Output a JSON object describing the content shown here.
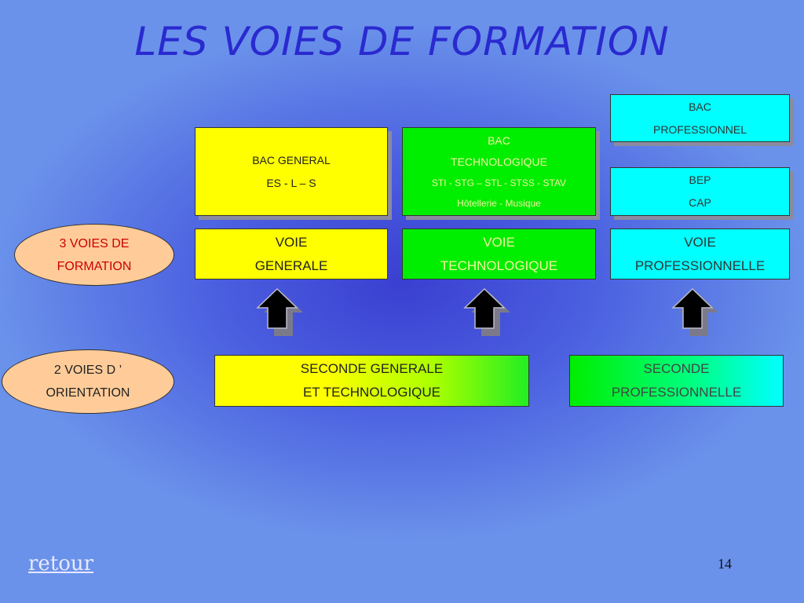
{
  "title": "LES VOIES DE FORMATION",
  "ellipses": {
    "three": {
      "line1": "3 VOIES DE",
      "line2": "FORMATION",
      "color": "#cc0000"
    },
    "two": {
      "line1": "2 VOIES D ’",
      "line2": "ORIENTATION",
      "color": "#222222"
    }
  },
  "top_boxes": {
    "bac_general": {
      "line1": "BAC GENERAL",
      "line2": "ES - L – S"
    },
    "bac_techno": {
      "line1": "BAC",
      "line2": "TECHNOLOGIQUE",
      "line3": "STI - STG – STL - STSS - STAV",
      "line4": "Hôtellerie - Musique"
    },
    "bac_pro": {
      "line1": "BAC",
      "line2": "PROFESSIONNEL"
    },
    "bep_cap": {
      "line1": "BEP",
      "line2": "CAP"
    }
  },
  "voies": {
    "generale": {
      "line1": "VOIE",
      "line2": "GENERALE"
    },
    "technologique": {
      "line1": "VOIE",
      "line2": "TECHNOLOGIQUE"
    },
    "professionnelle": {
      "line1": "VOIE",
      "line2": "PROFESSIONNELLE"
    }
  },
  "secondes": {
    "gt": {
      "line1": "SECONDE GENERALE",
      "line2": "ET TECHNOLOGIQUE"
    },
    "pro": {
      "line1": "SECONDE",
      "line2": "PROFESSIONNELLE"
    }
  },
  "footer": {
    "retour": "retour",
    "page_number": "14"
  },
  "colors": {
    "yellow": "#ffff00",
    "green": "#00ee00",
    "cyan": "#00ffff",
    "ellipse_fill": "#ffcc99",
    "title": "#2a2ad0"
  }
}
